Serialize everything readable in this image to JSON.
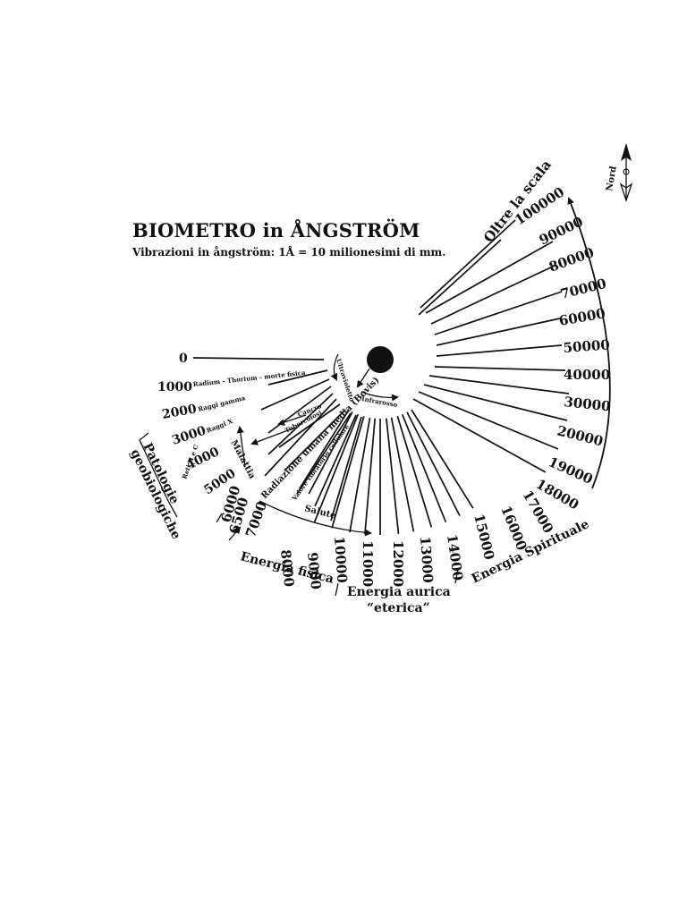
{
  "title": "BIOMETRO in ÅNGSTRÖM",
  "subtitle": "Vibrazioni in ångström: 1Å = 10 milionesimi di mm.",
  "compass_label": "Nord",
  "left_scale": [
    {
      "value": "0",
      "note": ""
    },
    {
      "value": "1000",
      "note": "Radium - Thorium - morte fisica"
    },
    {
      "value": "2000",
      "note": "Raggi gamma"
    },
    {
      "value": "3000",
      "note": "Raggi X"
    },
    {
      "value": "4000",
      "note": "Reti H e C"
    },
    {
      "value": "5000",
      "note": ""
    }
  ],
  "bottom_scale": [
    "6000",
    "6500",
    "7000",
    "8000",
    "9000",
    "10000",
    "11000",
    "12000",
    "13000",
    "14000",
    "15000",
    "16000",
    "17000"
  ],
  "right_scale": [
    "18000",
    "19000",
    "20000",
    "30000",
    "40000",
    "50000",
    "60000",
    "70000",
    "80000",
    "90000",
    "100000"
  ],
  "outer_label": "Oltre la scala",
  "inner_labels": {
    "ultravioletto": "Ultravioletto",
    "infrarosso": "Infrarosso",
    "cancro": "Cancro",
    "tubercolosi": "Tubercolosi",
    "malattia": "Malattia",
    "radiazione": "Radiazione umana media (Bovis)",
    "valore": "Valore vibratorio cellulare",
    "salute": "Salute"
  },
  "side_group": "Patologie geobiologiche",
  "bands": [
    "Energia fisica",
    "Energia aurica",
    "“eterica”",
    "Energia Spirituale"
  ]
}
